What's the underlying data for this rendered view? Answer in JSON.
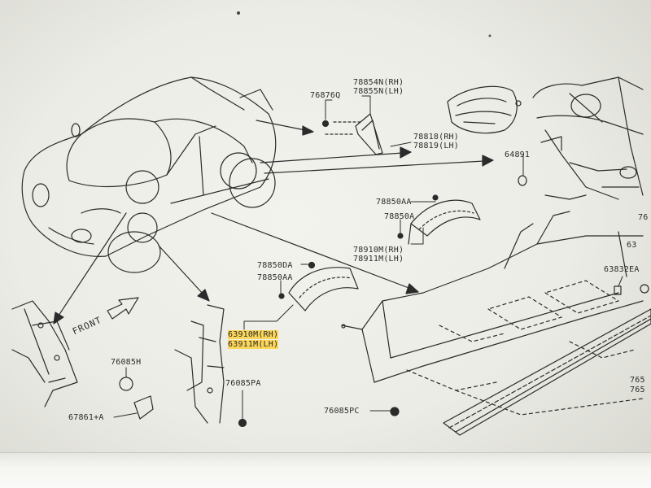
{
  "colors": {
    "ink": "#2b2b2b",
    "highlight": "#ffcd28",
    "paper": "#efefea"
  },
  "labels": {
    "p76876q": "76876Q",
    "p78854n": "78854N(RH)",
    "p78855n": "78855N(LH)",
    "p78818": "78818(RH)",
    "p78819": "78819(LH)",
    "p64891": "64891",
    "p78850aa_top": "78850AA",
    "p78850a_top": "78850A",
    "p78910m": "78910M(RH)",
    "p78911m": "78911M(LH)",
    "p78850da": "78850DA",
    "p78850aa_mid": "78850AA",
    "p63910m": "63910M(RH)",
    "p63911m": "63911M(LH)",
    "p76085h": "76085H",
    "p67861a": "67861+A",
    "p76085pa": "76085PA",
    "p76085pc": "76085PC",
    "p63832ea": "63832EA",
    "p63_edge": "63",
    "p76_edge": "76",
    "p765_edge1": "765",
    "p765_edge2": "765",
    "front": "FRONT"
  }
}
